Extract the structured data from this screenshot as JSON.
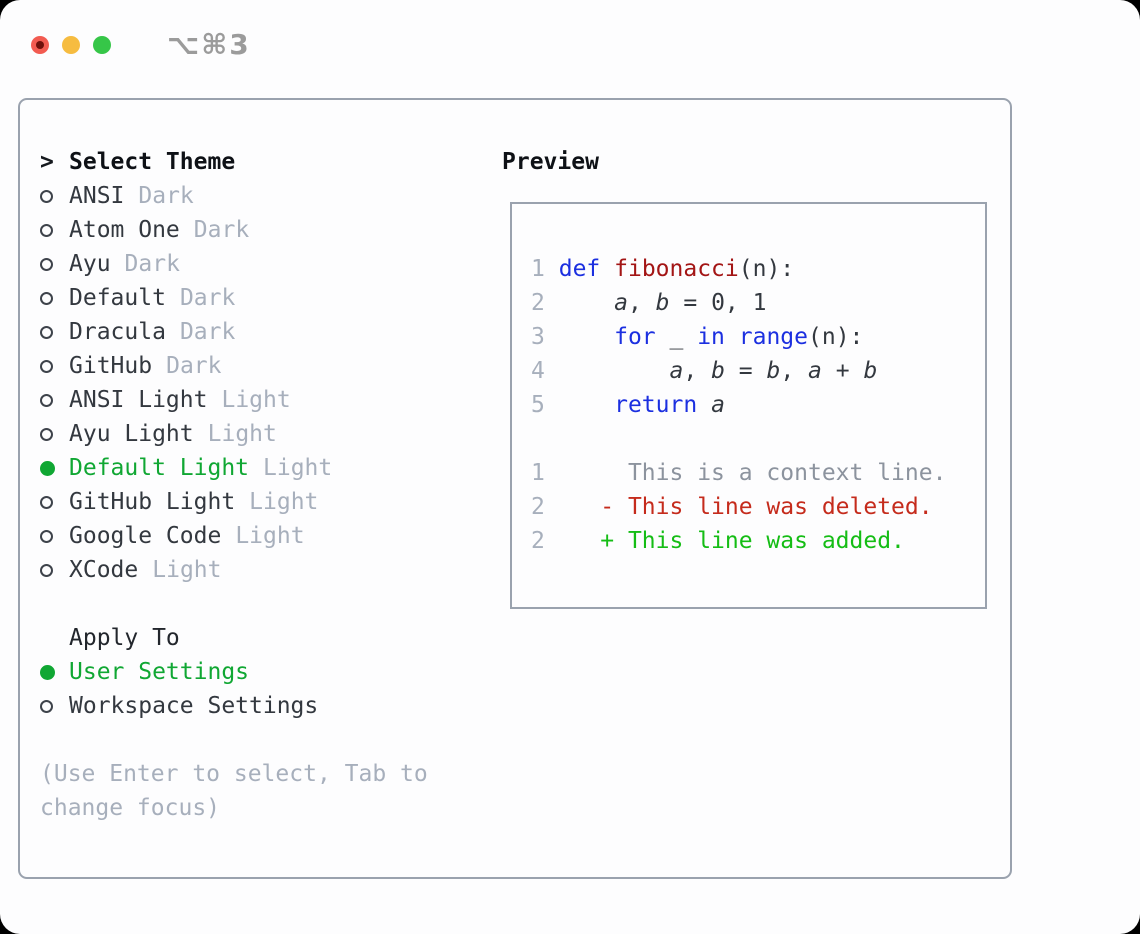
{
  "window": {
    "title": "⌥⌘3"
  },
  "theme_panel": {
    "header": {
      "marker": ">",
      "label": "Select Theme"
    },
    "themes": [
      {
        "name": "ANSI",
        "variant": "Dark",
        "selected": false
      },
      {
        "name": "Atom One",
        "variant": "Dark",
        "selected": false
      },
      {
        "name": "Ayu",
        "variant": "Dark",
        "selected": false
      },
      {
        "name": "Default",
        "variant": "Dark",
        "selected": false
      },
      {
        "name": "Dracula",
        "variant": "Dark",
        "selected": false
      },
      {
        "name": "GitHub",
        "variant": "Dark",
        "selected": false
      },
      {
        "name": "ANSI Light",
        "variant": "Light",
        "selected": false
      },
      {
        "name": "Ayu Light",
        "variant": "Light",
        "selected": false
      },
      {
        "name": "Default Light",
        "variant": "Light",
        "selected": true
      },
      {
        "name": "GitHub Light",
        "variant": "Light",
        "selected": false
      },
      {
        "name": "Google Code",
        "variant": "Light",
        "selected": false
      },
      {
        "name": "XCode",
        "variant": "Light",
        "selected": false
      }
    ],
    "apply_to": {
      "label": "Apply To",
      "options": [
        {
          "label": "User Settings",
          "selected": true
        },
        {
          "label": "Workspace Settings",
          "selected": false
        }
      ]
    },
    "hint": "(Use Enter to select, Tab to change focus)"
  },
  "preview": {
    "label": "Preview",
    "code_lines": [
      {
        "num": "1",
        "segments": [
          {
            "text": "def",
            "color": "keyword"
          },
          {
            "text": " "
          },
          {
            "text": "fibonacci",
            "color": "func"
          },
          {
            "text": "(n):"
          }
        ]
      },
      {
        "num": "2",
        "segments": [
          {
            "text": "    "
          },
          {
            "text": "a",
            "italic": true
          },
          {
            "text": ", "
          },
          {
            "text": "b",
            "italic": true
          },
          {
            "text": " = 0, 1"
          }
        ]
      },
      {
        "num": "3",
        "segments": [
          {
            "text": "    "
          },
          {
            "text": "for",
            "color": "keyword"
          },
          {
            "text": " _ "
          },
          {
            "text": "in",
            "color": "keyword"
          },
          {
            "text": " "
          },
          {
            "text": "range",
            "color": "keyword"
          },
          {
            "text": "(n):"
          }
        ]
      },
      {
        "num": "4",
        "segments": [
          {
            "text": "        "
          },
          {
            "text": "a",
            "italic": true
          },
          {
            "text": ", "
          },
          {
            "text": "b",
            "italic": true
          },
          {
            "text": " = "
          },
          {
            "text": "b",
            "italic": true
          },
          {
            "text": ", "
          },
          {
            "text": "a",
            "italic": true
          },
          {
            "text": " + "
          },
          {
            "text": "b",
            "italic": true
          }
        ]
      },
      {
        "num": "5",
        "segments": [
          {
            "text": "    "
          },
          {
            "text": "return",
            "color": "keyword"
          },
          {
            "text": " "
          },
          {
            "text": "a",
            "italic": true
          }
        ]
      }
    ],
    "diff_lines": [
      {
        "num": "1",
        "type": "context",
        "text": "     This is a context line."
      },
      {
        "num": "2",
        "type": "deleted",
        "text": "   - This line was deleted."
      },
      {
        "num": "2",
        "type": "added",
        "text": "   + This line was added."
      }
    ]
  },
  "colors": {
    "keyword": "#1b2fe0",
    "func": "#a31515",
    "deleted": "#c52b1c",
    "added": "#15bd15",
    "selection": "#10a733",
    "muted": "#a7afbc",
    "context": "#8c939e",
    "text": "#33383f",
    "border": "#9aa2ae",
    "title": "#9b9b9b",
    "light-red": "#f25b51",
    "light-red-dot": "#6e100b",
    "light-yellow": "#f6bc40",
    "light-green": "#36c648"
  }
}
